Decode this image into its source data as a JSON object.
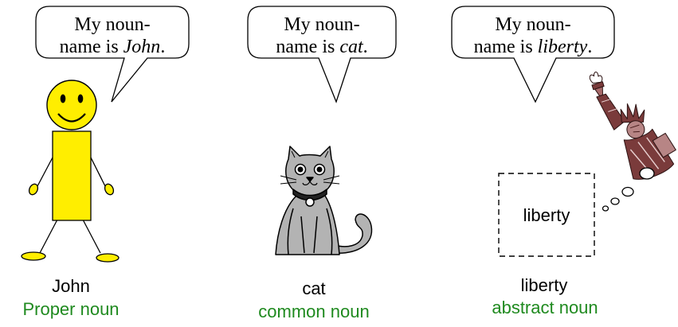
{
  "colors": {
    "figure_yellow": "#ffee00",
    "cat_gray": "#b3b3b3",
    "noun_type_green": "#1f8a1f",
    "statue_maroon": "#7a3b3b"
  },
  "panels": [
    {
      "bubble_line1": "My noun-",
      "bubble_line2_prefix": "name is ",
      "bubble_word": "John",
      "bubble_suffix": ".",
      "label": "John",
      "noun_type": "Proper noun",
      "icon": "stick-figure-icon"
    },
    {
      "bubble_line1": "My noun-",
      "bubble_line2_prefix": "name is ",
      "bubble_word": "cat",
      "bubble_suffix": ".",
      "label": "cat",
      "noun_type": "common noun",
      "icon": "cat-icon"
    },
    {
      "bubble_line1": "My noun-",
      "bubble_line2_prefix": "name is ",
      "bubble_word": "liberty",
      "bubble_suffix": ".",
      "label": "liberty",
      "noun_type": "abstract noun",
      "box_text": "liberty",
      "icon": "statue-of-liberty-icon"
    }
  ]
}
